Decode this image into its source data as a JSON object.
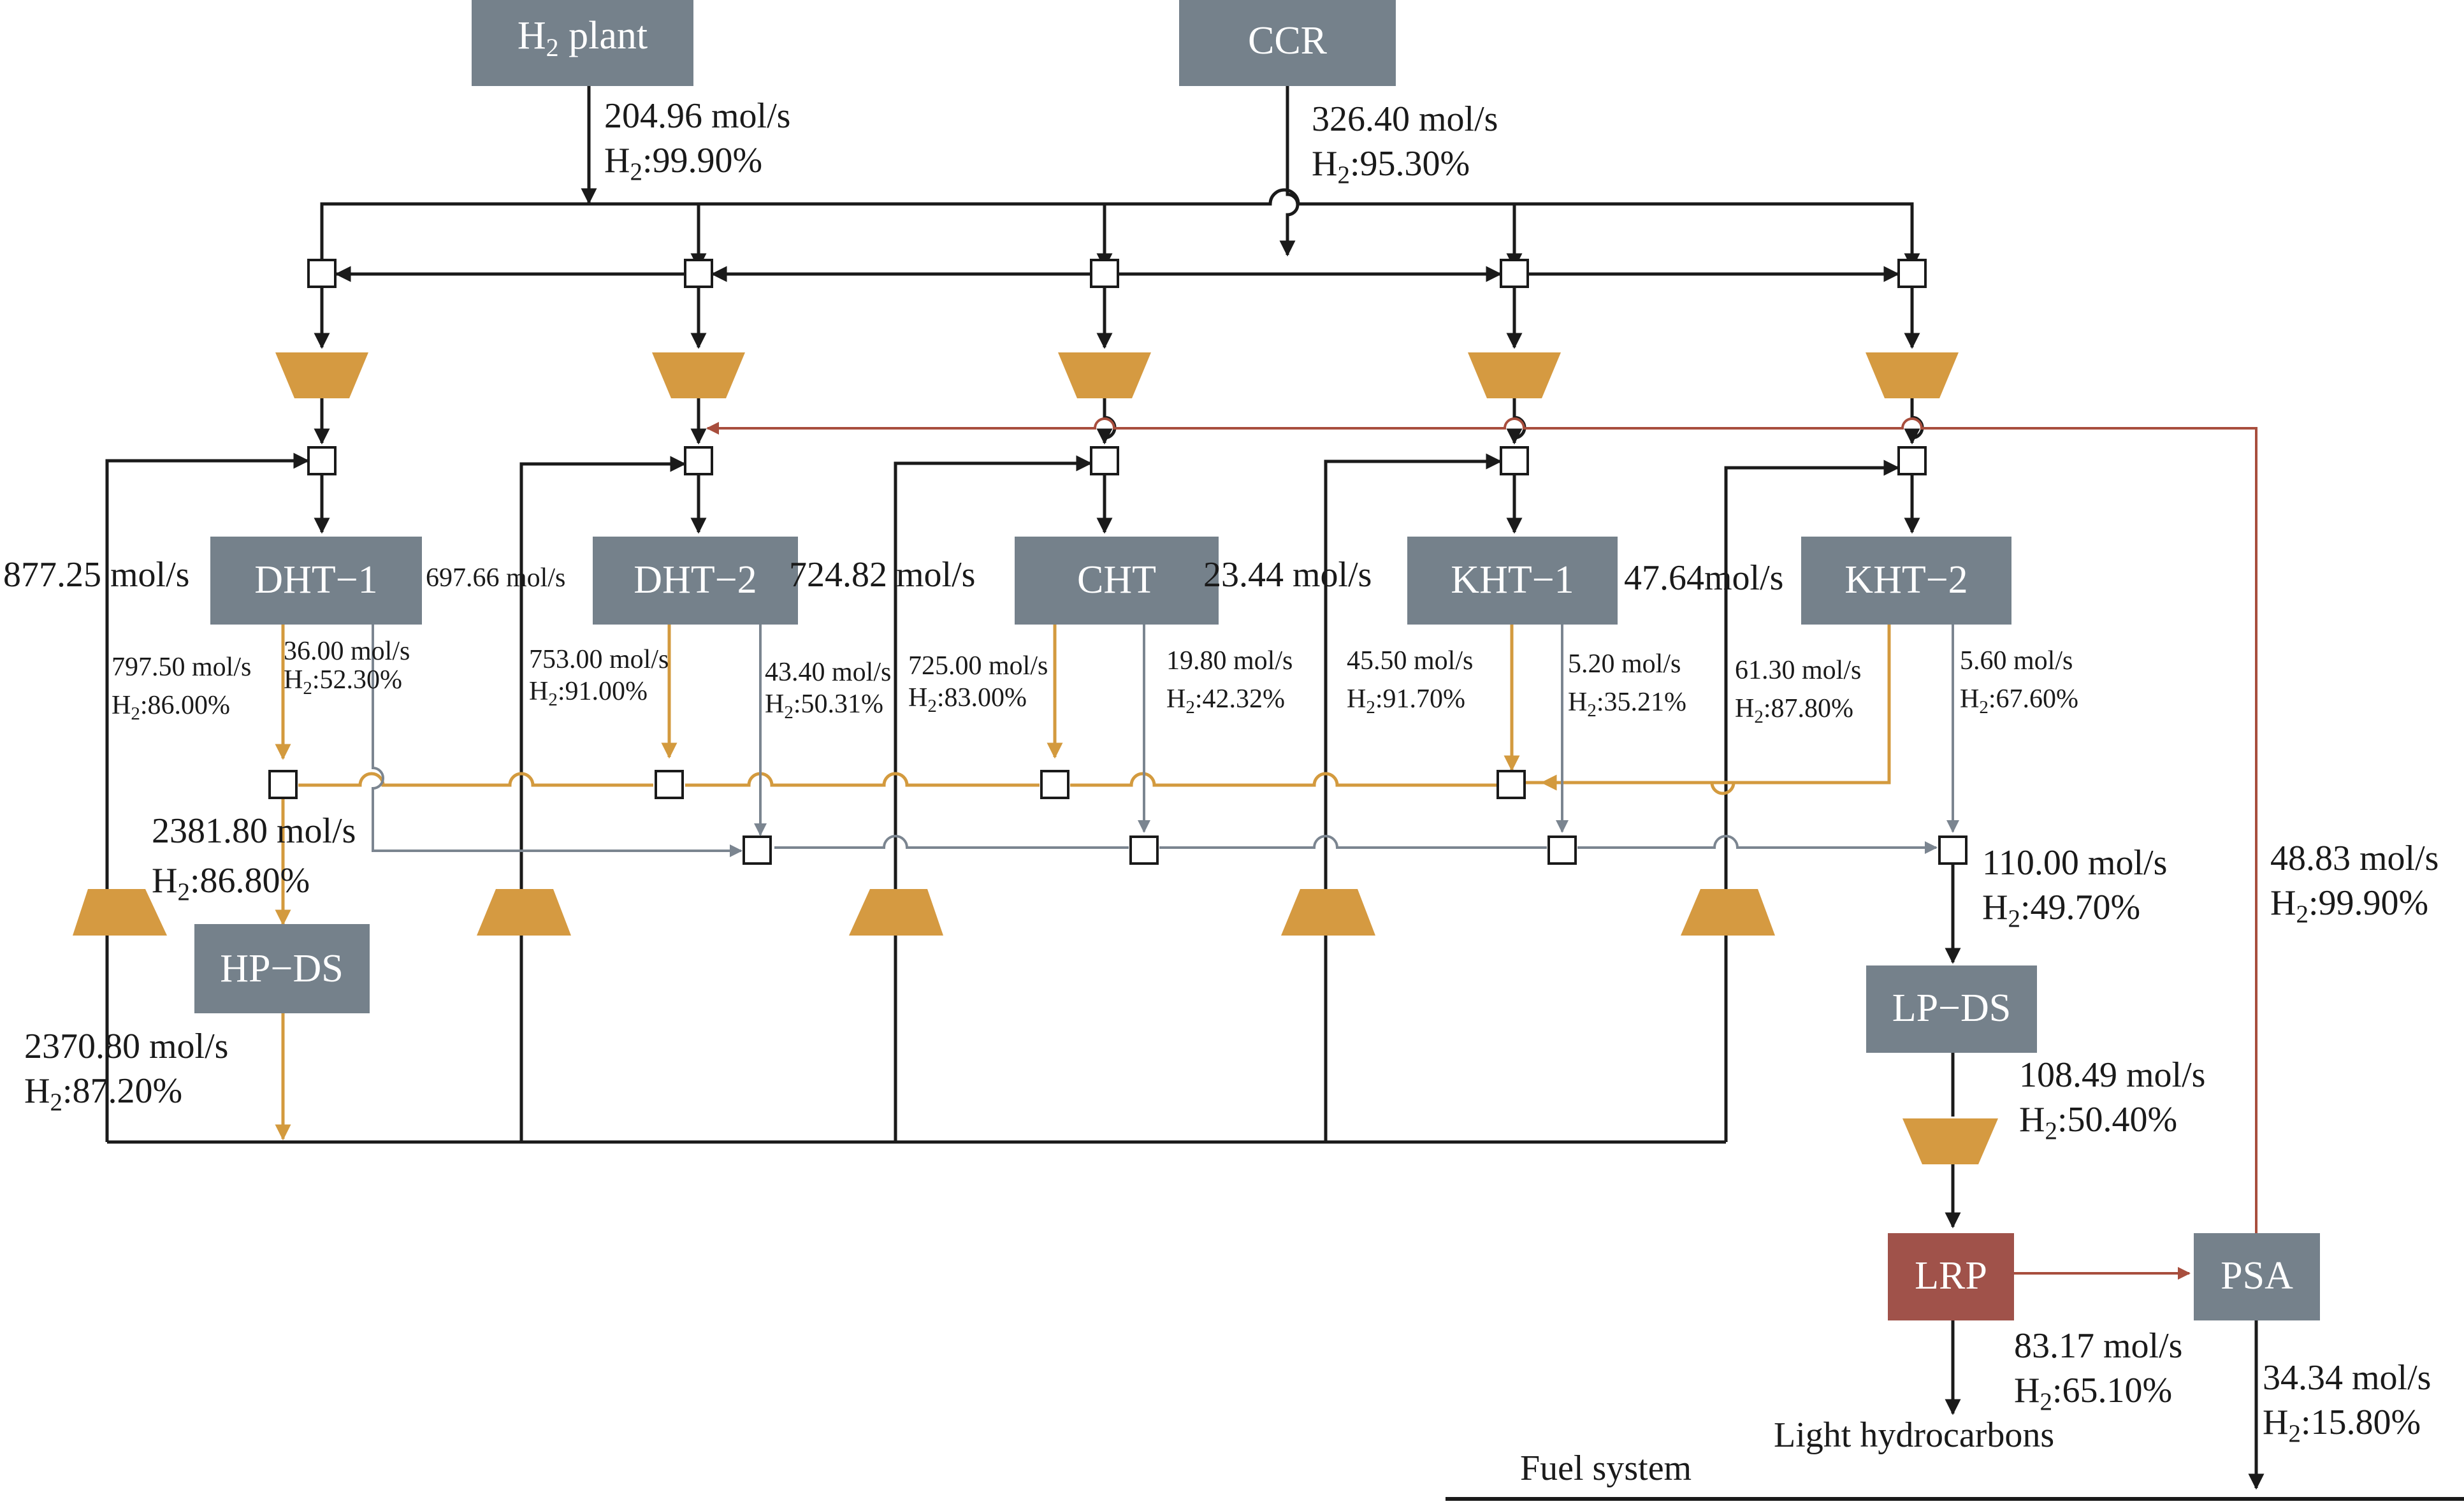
{
  "colors": {
    "unit_gray": "#75818b",
    "lrp_red": "#a0524a",
    "compressor_orange": "#d59a41",
    "hp_stream_orange": "#d39a3e",
    "lp_stream_gray": "#7b8590",
    "psa_recycle_red": "#a84e3d",
    "line_black": "#1a1a1a"
  },
  "units": {
    "h2_plant": "H2 plant",
    "ccr": "CCR",
    "dht1": "DHT−1",
    "dht2": "DHT−2",
    "cht": "CHT",
    "kht1": "KHT−1",
    "kht2": "KHT−2",
    "hpds": "HP−DS",
    "lpds": "LP−DS",
    "lrp": "LRP",
    "psa": "PSA"
  },
  "flows": {
    "h2_plant": {
      "rate": "204.96 mol/s",
      "purity": "H2:99.90%"
    },
    "ccr": {
      "rate": "326.40 mol/s",
      "purity": "H2:95.30%"
    },
    "recycle_dht1": "877.25 mol/s",
    "recycle_dht2": "697.66 mol/s",
    "recycle_cht": "724.82 mol/s",
    "recycle_kht1": "23.44 mol/s",
    "recycle_kht2": "47.64mol/s",
    "dht1_hp": {
      "rate": "797.50 mol/s",
      "purity": "H2:86.00%"
    },
    "dht1_lp": {
      "rate": "36.00 mol/s",
      "purity": "H2:52.30%"
    },
    "dht2_hp": {
      "rate": "753.00 mol/s",
      "purity": "H2:91.00%"
    },
    "dht2_lp": {
      "rate": "43.40 mol/s",
      "purity": "H2:50.31%"
    },
    "cht_hp": {
      "rate": "725.00 mol/s",
      "purity": "H2:83.00%"
    },
    "cht_lp": {
      "rate": "19.80 mol/s",
      "purity": "H2:42.32%"
    },
    "kht1_hp": {
      "rate": "45.50 mol/s",
      "purity": "H2:91.70%"
    },
    "kht1_lp": {
      "rate": "5.20 mol/s",
      "purity": "H2:35.21%"
    },
    "kht2_hp": {
      "rate": "61.30 mol/s",
      "purity": "H2:87.80%"
    },
    "kht2_lp": {
      "rate": "5.60 mol/s",
      "purity": "H2:67.60%"
    },
    "hpds_in": {
      "rate": "2381.80 mol/s",
      "purity": "H2:86.80%"
    },
    "hpds_out": {
      "rate": "2370.80 mol/s",
      "purity": "H2:87.20%"
    },
    "lpds_in": {
      "rate": "110.00 mol/s",
      "purity": "H2:49.70%"
    },
    "lpds_out": {
      "rate": "108.49 mol/s",
      "purity": "H2:50.40%"
    },
    "lrp_psa": {
      "rate": "83.17 mol/s",
      "purity": "H2:65.10%"
    },
    "psa_product": {
      "rate": "48.83 mol/s",
      "purity": "H2:99.90%"
    },
    "psa_tail": {
      "rate": "34.34 mol/s",
      "purity": "H2:15.80%"
    }
  },
  "labels": {
    "light_hydrocarbons": "Light hydrocarbons",
    "fuel_system": "Fuel system"
  }
}
